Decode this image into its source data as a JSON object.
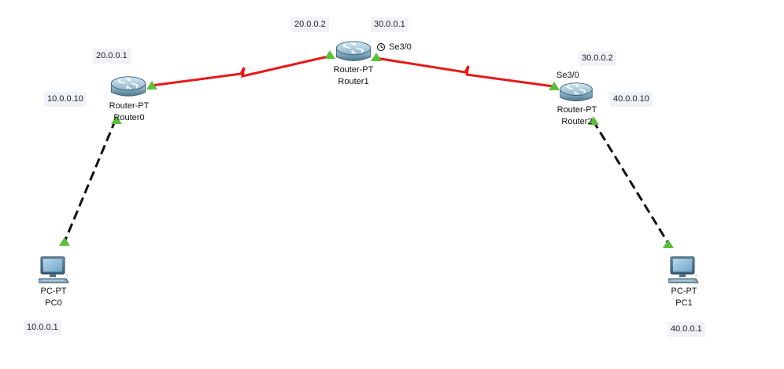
{
  "devices": {
    "router0": {
      "model": "Router-PT",
      "name": "Router0"
    },
    "router1": {
      "model": "Router-PT",
      "name": "Router1"
    },
    "router2": {
      "model": "Router-PT",
      "name": "Router2"
    },
    "pc0": {
      "model": "PC-PT",
      "name": "PC0"
    },
    "pc1": {
      "model": "PC-PT",
      "name": "PC1"
    }
  },
  "ip_labels": {
    "r0_wan": "20.0.0.1",
    "r0_lan": "10.0.0.10",
    "r1_left": "20.0.0.2",
    "r1_right": "30.0.0.1",
    "r2_wan": "30.0.0.2",
    "r2_lan": "40.0.0.10",
    "pc0_ip": "10.0.0.1",
    "pc1_ip": "40.0.0.1"
  },
  "ports": {
    "r1_serial": "Se3/0",
    "r2_serial": "Se3/0"
  },
  "links": [
    {
      "from": "router0",
      "to": "router1",
      "type": "serial",
      "status": "up"
    },
    {
      "from": "router1",
      "to": "router2",
      "type": "serial",
      "status": "up"
    },
    {
      "from": "router0",
      "to": "pc0",
      "type": "copper-crossover",
      "status": "up"
    },
    {
      "from": "router2",
      "to": "pc1",
      "type": "copper-crossover",
      "status": "up"
    }
  ],
  "colors": {
    "serial_link": "#e81818",
    "ethernet_link": "#111111",
    "link_up_indicator": "#5cbf3a",
    "label_background": "#f0f2f8"
  },
  "icons": {
    "router": "router-icon",
    "pc": "pc-icon",
    "clock": "clock-icon"
  }
}
